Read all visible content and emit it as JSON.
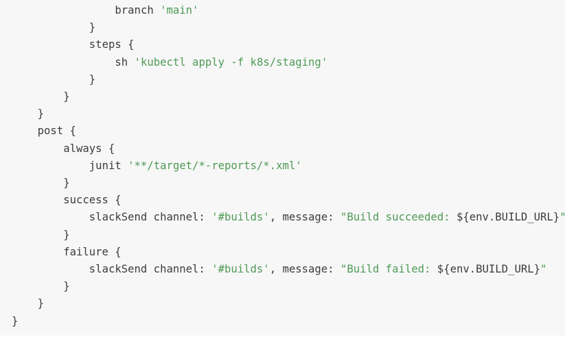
{
  "code": {
    "language": "groovy",
    "lines": [
      {
        "indent": 4,
        "tokens": [
          {
            "type": "plain",
            "text": "branch "
          },
          {
            "type": "str",
            "text": "'main'"
          }
        ]
      },
      {
        "indent": 3,
        "tokens": [
          {
            "type": "plain",
            "text": "}"
          }
        ]
      },
      {
        "indent": 3,
        "tokens": [
          {
            "type": "plain",
            "text": "steps {"
          }
        ]
      },
      {
        "indent": 4,
        "tokens": [
          {
            "type": "plain",
            "text": "sh "
          },
          {
            "type": "str",
            "text": "'kubectl apply -f k8s/staging'"
          }
        ]
      },
      {
        "indent": 3,
        "tokens": [
          {
            "type": "plain",
            "text": "}"
          }
        ]
      },
      {
        "indent": 2,
        "tokens": [
          {
            "type": "plain",
            "text": "}"
          }
        ]
      },
      {
        "indent": 1,
        "tokens": [
          {
            "type": "plain",
            "text": "}"
          }
        ]
      },
      {
        "indent": 1,
        "tokens": [
          {
            "type": "plain",
            "text": "post {"
          }
        ]
      },
      {
        "indent": 2,
        "tokens": [
          {
            "type": "plain",
            "text": "always {"
          }
        ]
      },
      {
        "indent": 3,
        "tokens": [
          {
            "type": "plain",
            "text": "junit "
          },
          {
            "type": "str",
            "text": "'**/target/*-reports/*.xml'"
          }
        ]
      },
      {
        "indent": 2,
        "tokens": [
          {
            "type": "plain",
            "text": "}"
          }
        ]
      },
      {
        "indent": 2,
        "tokens": [
          {
            "type": "plain",
            "text": "success {"
          }
        ]
      },
      {
        "indent": 3,
        "tokens": [
          {
            "type": "plain",
            "text": "slackSend channel: "
          },
          {
            "type": "str",
            "text": "'#builds'"
          },
          {
            "type": "plain",
            "text": ", message: "
          },
          {
            "type": "str",
            "text": "\"Build succeeded: "
          },
          {
            "type": "plain",
            "text": "${env.BUILD_URL}"
          },
          {
            "type": "str",
            "text": "\""
          }
        ]
      },
      {
        "indent": 2,
        "tokens": [
          {
            "type": "plain",
            "text": "}"
          }
        ]
      },
      {
        "indent": 2,
        "tokens": [
          {
            "type": "plain",
            "text": "failure {"
          }
        ]
      },
      {
        "indent": 3,
        "tokens": [
          {
            "type": "plain",
            "text": "slackSend channel: "
          },
          {
            "type": "str",
            "text": "'#builds'"
          },
          {
            "type": "plain",
            "text": ", message: "
          },
          {
            "type": "str",
            "text": "\"Build failed: "
          },
          {
            "type": "plain",
            "text": "${env.BUILD_URL}"
          },
          {
            "type": "str",
            "text": "\""
          }
        ]
      },
      {
        "indent": 2,
        "tokens": [
          {
            "type": "plain",
            "text": "}"
          }
        ]
      },
      {
        "indent": 1,
        "tokens": [
          {
            "type": "plain",
            "text": "}"
          }
        ]
      },
      {
        "indent": 0,
        "tokens": [
          {
            "type": "plain",
            "text": "}"
          }
        ]
      }
    ]
  },
  "colors": {
    "background": "#f7f7f7",
    "text": "#3b3b3b",
    "string": "#4e9a55"
  }
}
